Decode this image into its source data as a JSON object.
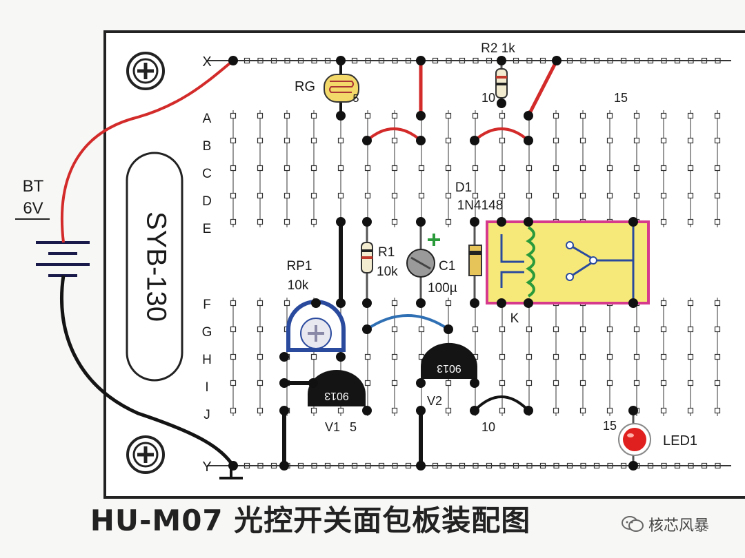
{
  "rows": {
    "top_rail": "X",
    "bottom_rail": "Y",
    "upper": [
      "A",
      "B",
      "C",
      "D",
      "E"
    ],
    "lower": [
      "F",
      "G",
      "H",
      "I",
      "J"
    ]
  },
  "column_markers": [
    "5",
    "10",
    "15"
  ],
  "board_name": "SYB-130",
  "battery": {
    "name": "BT",
    "voltage": "6V"
  },
  "components": {
    "rg": "RG",
    "r2": "R2 1k",
    "r1_name": "R1",
    "r1_value": "10k",
    "c1_name": "C1",
    "c1_value": "100µ",
    "d1_name": "D1",
    "d1_part": "1N4148",
    "rp1_name": "RP1",
    "rp1_value": "10k",
    "v1": "V1",
    "v2": "V2",
    "transistor_part": "9013",
    "relay_pin": "K",
    "led": "LED1"
  },
  "caption": "HU-M07 光控开关面包板装配图",
  "watermark": "核芯风暴",
  "colors": {
    "red_wire": "#d32a2a",
    "black_wire": "#141414",
    "jumper_blue": "#2f6fb3",
    "relay_fill": "#f6e97a",
    "relay_border": "#d63a8c",
    "coil": "#2a9a3a",
    "led": "#e0201e",
    "rp1": "#2a4a9e"
  }
}
